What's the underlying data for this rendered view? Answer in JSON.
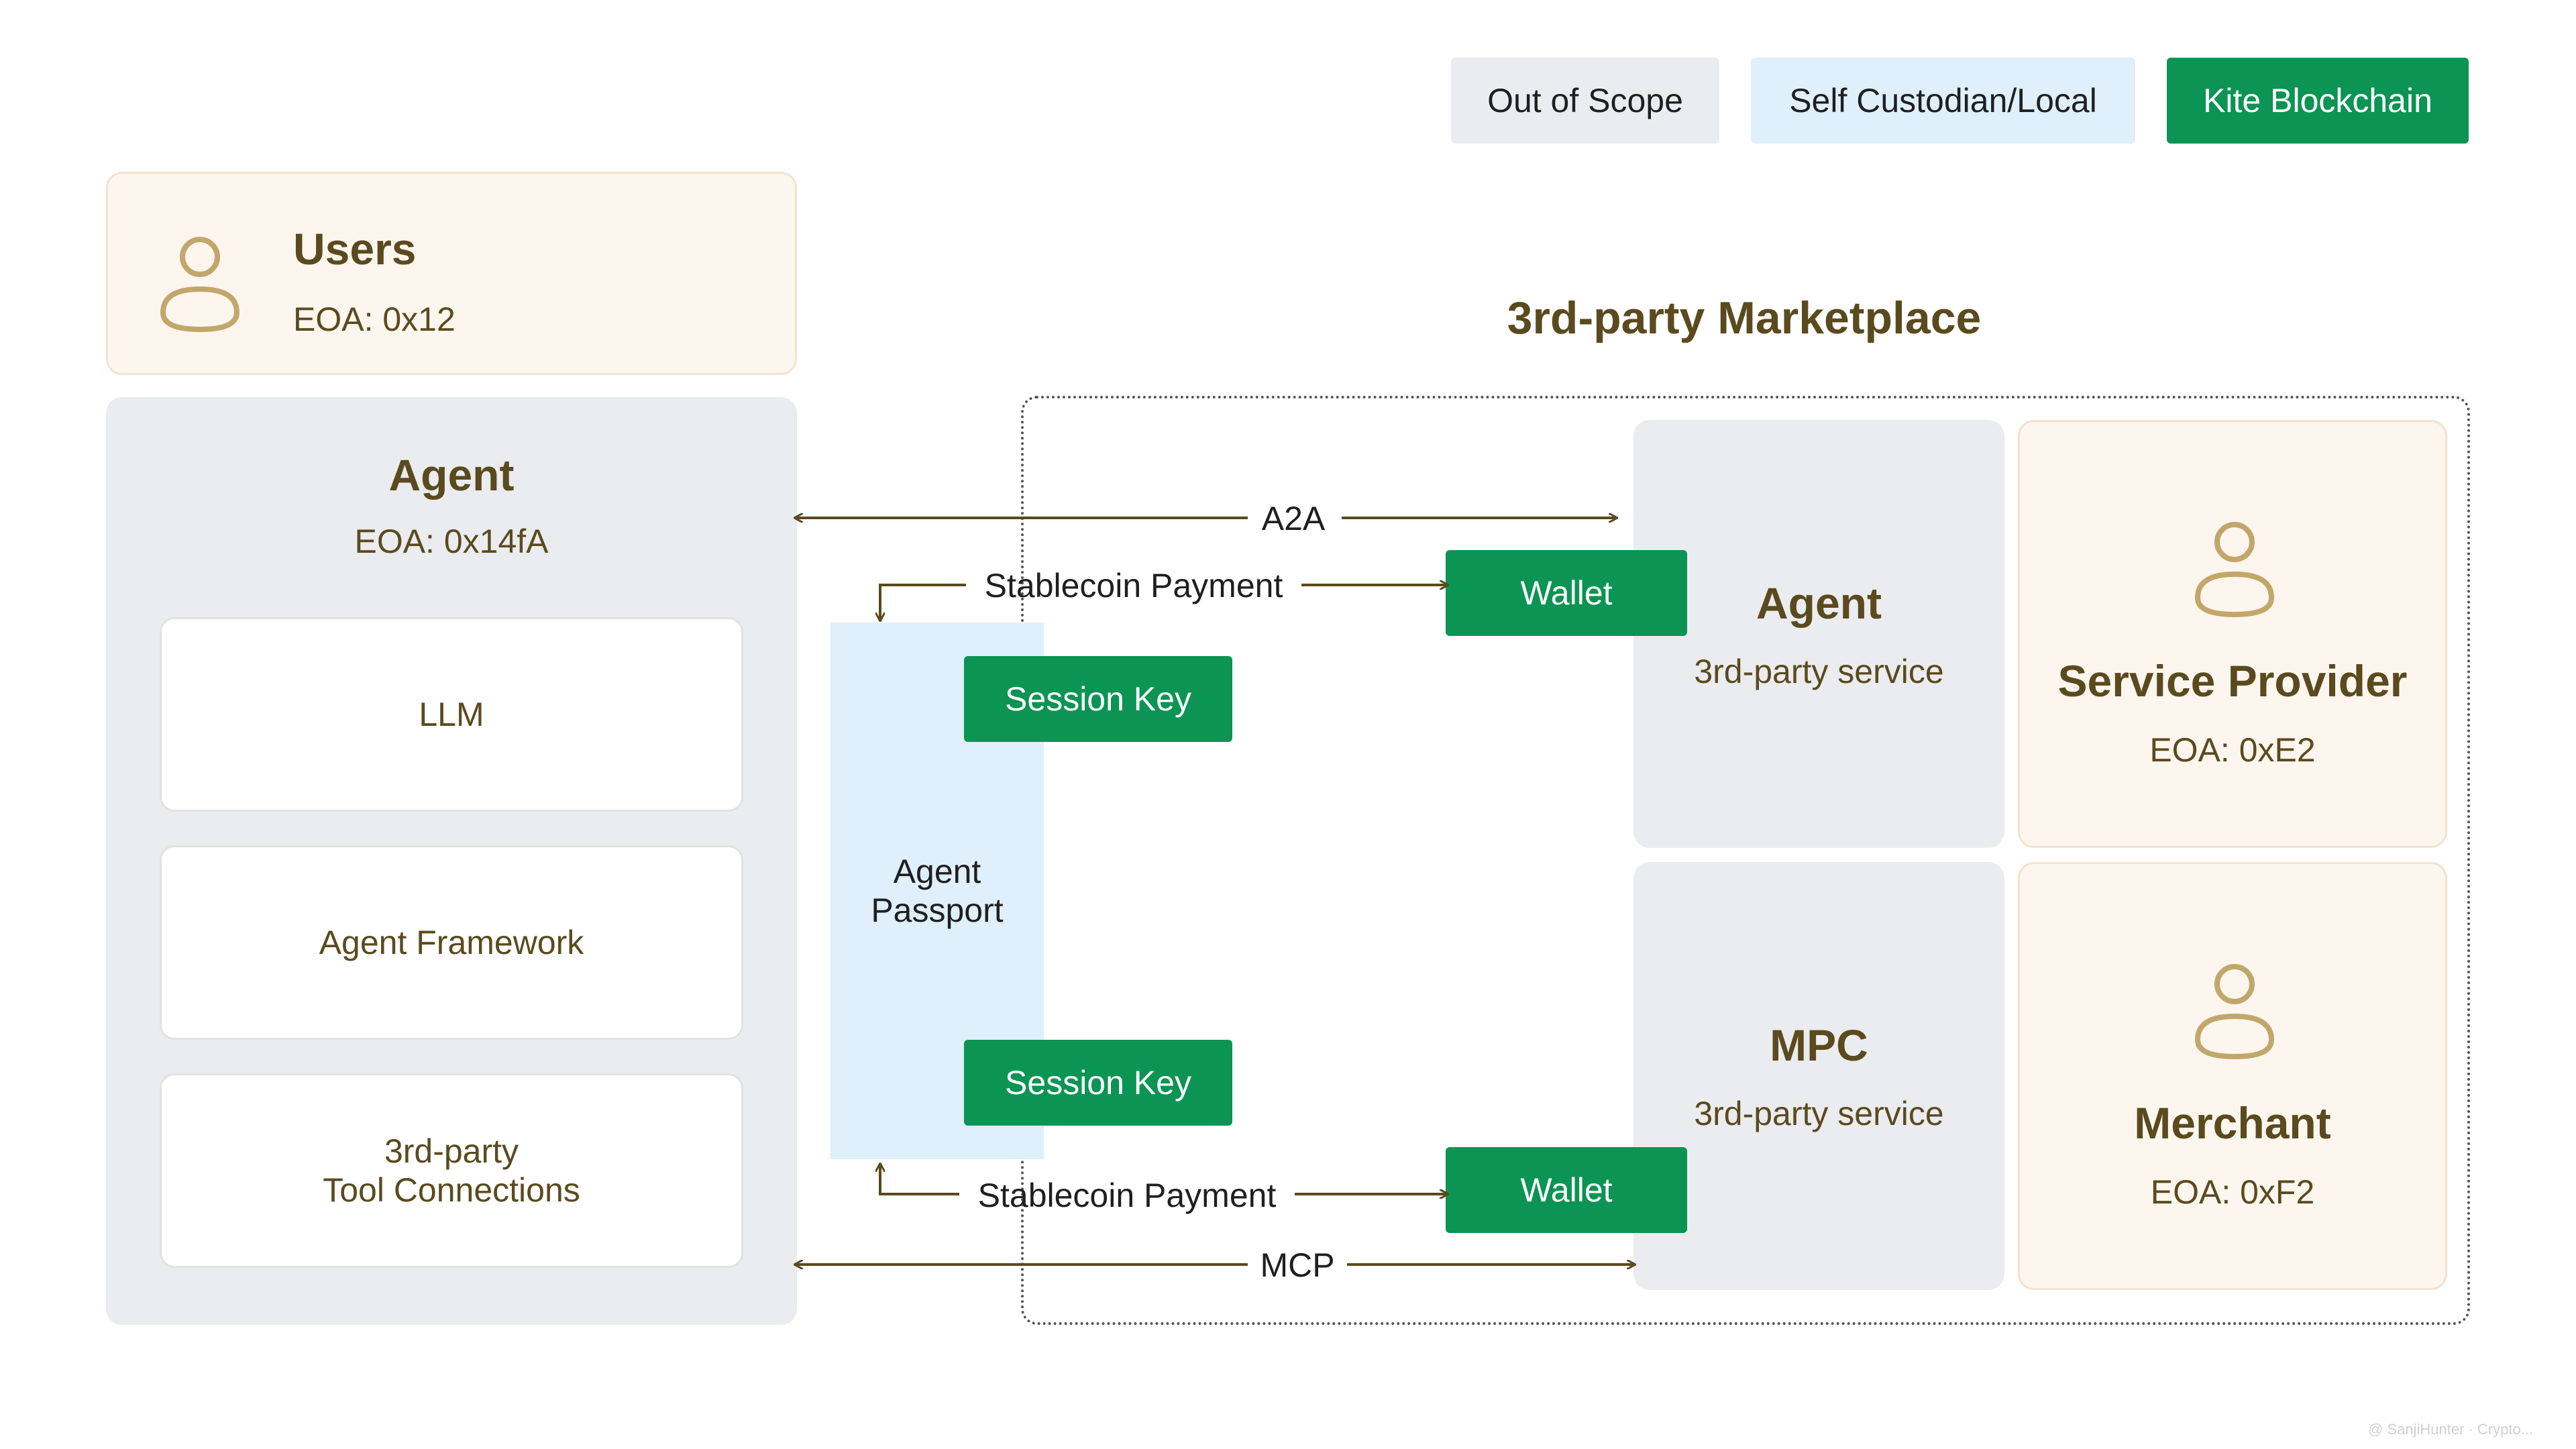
{
  "legend": {
    "out_of_scope": "Out of Scope",
    "self_custodian": "Self Custodian/Local",
    "kite_blockchain": "Kite Blockchain"
  },
  "colors": {
    "out_of_scope": "#ebecef",
    "self_custodian": "#dfeffb",
    "kite_blockchain": "#0b9453",
    "user_panel": "#fdf6ee",
    "text_brown": "#5a4a1e",
    "arrow": "#5a4a1e"
  },
  "users": {
    "title": "Users",
    "eoa": "EOA: 0x12",
    "icon": "user-icon"
  },
  "agent": {
    "title": "Agent",
    "eoa": "EOA: 0x14fA",
    "components": [
      "LLM",
      "Agent Framework",
      "3rd-party\nTool Connections"
    ]
  },
  "passport": {
    "label": "Agent\nPassport",
    "session_key_top": "Session Key",
    "session_key_bottom": "Session Key"
  },
  "marketplace": {
    "title": "3rd-party Marketplace",
    "agent_service": {
      "title": "Agent",
      "subtitle": "3rd-party service"
    },
    "mpc_service": {
      "title": "MPC",
      "subtitle": "3rd-party service"
    },
    "service_provider": {
      "title": "Service Provider",
      "eoa": "EOA: 0xE2",
      "icon": "user-icon"
    },
    "merchant": {
      "title": "Merchant",
      "eoa": "EOA: 0xF2",
      "icon": "user-icon"
    },
    "wallet_top": "Wallet",
    "wallet_bottom": "Wallet"
  },
  "arrows": {
    "a2a": "A2A",
    "stablecoin_top": "Stablecoin Payment",
    "stablecoin_bottom": "Stablecoin Payment",
    "mcp": "MCP"
  },
  "watermark": "@ SanjiHunter · Crypto..."
}
